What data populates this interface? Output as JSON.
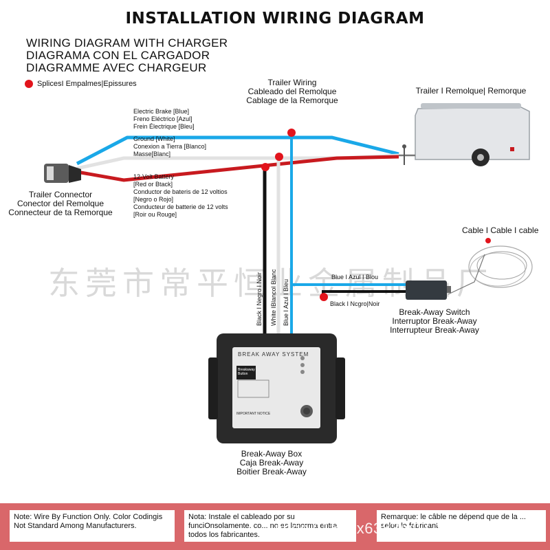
{
  "title": "INSTALLATION WIRING DIAGRAM",
  "subtitles": [
    "WIRING DIAGRAM WITH CHARGER",
    "DIAGRAMA CON EL CARGADOR",
    "DIAGRAMME AVEC CHARGEUR"
  ],
  "legend": "SplicesI Empalmes|Epissures",
  "trailer_wiring": [
    "Trailer Wiring",
    "Cableado del Remolque",
    "Cablage de la Remorque"
  ],
  "trailer": "Trailer I Remolque| Remorque",
  "wire_labels": {
    "brake": [
      "Electric Brake [Blue]",
      "Freno Eléctrico [Azul]",
      "Frein Électrique [Bleu]"
    ],
    "ground": [
      "Ground [White]",
      "Conexion a Tierra [Blanco]",
      "Masse[Blanc]"
    ],
    "battery": [
      "12-Volt Battery",
      "[Red or Btack]",
      "Conductor de bateris de 12 voltios",
      "[Negro o Rojo]",
      "Conducteur de batterie de 12 volts",
      "[Roir ou Rouge]"
    ]
  },
  "connector": [
    "Trailer Connector",
    "Conector del Remolque",
    "Connecteur de ta Remorque"
  ],
  "cable": "Cable I Cable I cable",
  "vertical_labels": {
    "black": "Black I Negro I Noir",
    "white": "White IBlancol Blanc",
    "blue": "Blue I Azul I Bleu"
  },
  "switch_wires": {
    "blue": "Blue I Azul I Blou",
    "black": "Black I Ncgro|Noir"
  },
  "switch": [
    "Break-Away Switch",
    "Interruptor Break-Away",
    "Interrupteur Break-Away"
  ],
  "box": [
    "Break-Away Box",
    "Caja Break-Away",
    "Boitier Break-Away"
  ],
  "box_panel": {
    "header": "BREAK AWAY SYSTEM",
    "button": "Breakaway Button",
    "notice": "IMPORTANT NOTICE"
  },
  "watermark": "东莞市常平恒业金属制品厂",
  "notes": [
    "Note: Wire By Function Only. Color Codingis Not Standard Among Manufacturers.",
    "Nota: Instale el cableado por su funciOnsolamente. co... no es lanorma entra todos los fabricantes.",
    "Remarque: le câble ne dépend que de la ... selon le fabricant."
  ],
  "shop_watermark": "shop7j1857x6383m97.1688.com",
  "colors": {
    "blue_wire": "#1aa8e8",
    "red_wire": "#c81a1f",
    "white_wire": "#e6e6e6",
    "black_wire": "#111111",
    "splice": "#e2141c",
    "footer": "#d9676a"
  }
}
